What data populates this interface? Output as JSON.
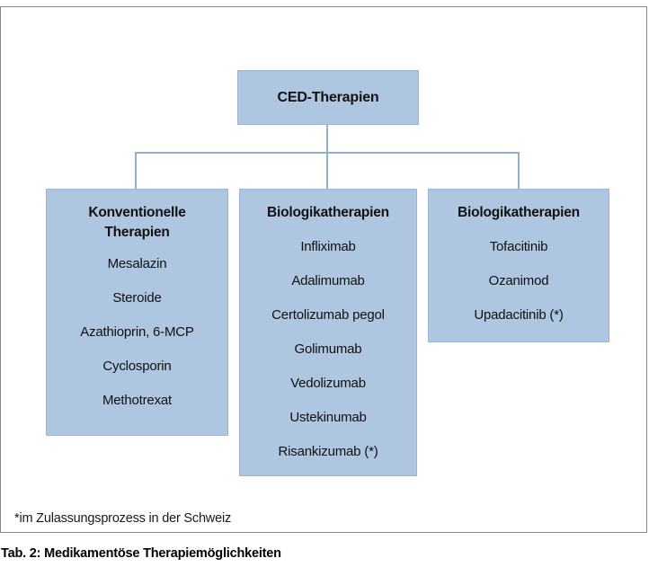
{
  "colors": {
    "box_fill": "#aec6e0",
    "box_border": "#9cb4d0",
    "connector": "#94aecb",
    "frame_border": "#868686",
    "text": "#111111"
  },
  "diagram": {
    "root_label": "CED-Therapien",
    "branches": [
      {
        "title": "Konventionelle Therapien",
        "items": [
          "Mesalazin",
          "Steroide",
          "Azathioprin, 6-MCP",
          "Cyclosporin",
          "Methotrexat"
        ]
      },
      {
        "title": "Biologikatherapien",
        "items": [
          "Infliximab",
          "Adalimumab",
          "Certolizumab pegol",
          "Golimumab",
          "Vedolizumab",
          "Ustekinumab",
          "Risankizumab (*)"
        ]
      },
      {
        "title": "Biologikatherapien",
        "items": [
          "Tofacitinib",
          "Ozanimod",
          "Upadacitinib (*)"
        ]
      }
    ],
    "footnote": "*im Zulassungsprozess in der Schweiz"
  },
  "caption": "Tab. 2: Medikamentöse Therapiemöglichkeiten"
}
